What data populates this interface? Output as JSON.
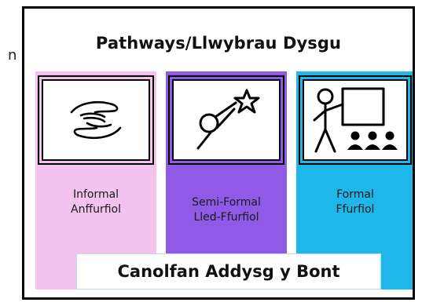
{
  "stray_char": "n",
  "title": "Pathways/Llwybrau Dysgu",
  "columns": [
    {
      "icon": "hands-icon",
      "color": "#f3c2ef",
      "line1": "Informal",
      "line2": "Anffurfiol"
    },
    {
      "icon": "reach-star-icon",
      "color": "#8f5be6",
      "line1": "Semi-Formal",
      "line2": "Lled-Ffurfiol"
    },
    {
      "icon": "teacher-classroom-icon",
      "color": "#1fb6ea",
      "line1": "Formal",
      "line2": "Ffurfiol"
    }
  ],
  "banner": "Canolfan Addysg y Bont"
}
